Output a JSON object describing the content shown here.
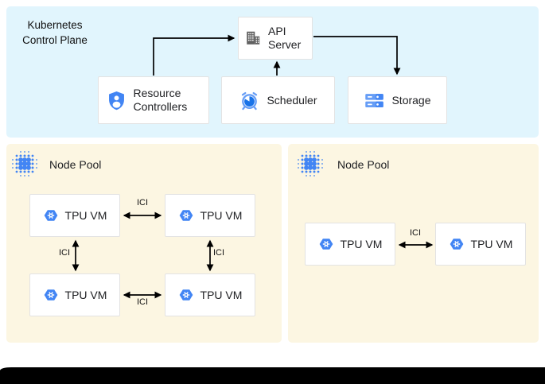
{
  "control_plane": {
    "title": "Kubernetes Control Plane",
    "nodes": {
      "api_server": {
        "label": "API Server",
        "icon": "building-icon"
      },
      "resource_controllers": {
        "label": "Resource Controllers",
        "icon": "shield-user-icon"
      },
      "scheduler": {
        "label": "Scheduler",
        "icon": "clock-icon"
      },
      "storage": {
        "label": "Storage",
        "icon": "storage-disks-icon"
      }
    },
    "edges": [
      {
        "from": "Resource Controllers",
        "to": "API Server"
      },
      {
        "from": "Scheduler",
        "to": "API Server"
      },
      {
        "from": "API Server",
        "to": "Storage"
      }
    ]
  },
  "node_pools": [
    {
      "title": "Node Pool",
      "vms": [
        "TPU VM",
        "TPU VM",
        "TPU VM",
        "TPU VM"
      ],
      "ici": [
        "ICI",
        "ICI",
        "ICI",
        "ICI"
      ],
      "links": [
        {
          "from": "vm0",
          "to": "vm1",
          "label": "ICI",
          "bidirectional": true
        },
        {
          "from": "vm0",
          "to": "vm2",
          "label": "ICI",
          "bidirectional": true
        },
        {
          "from": "vm1",
          "to": "vm3",
          "label": "ICI",
          "bidirectional": true
        },
        {
          "from": "vm2",
          "to": "vm3",
          "label": "ICI",
          "bidirectional": true
        }
      ]
    },
    {
      "title": "Node Pool",
      "vms": [
        "TPU VM",
        "TPU VM"
      ],
      "ici": [
        "ICI"
      ],
      "links": [
        {
          "from": "vm0",
          "to": "vm1",
          "label": "ICI",
          "bidirectional": true
        }
      ]
    }
  ],
  "colors": {
    "control_plane_bg": "#E1F5FD",
    "node_pool_bg": "#FCF6E2",
    "icon_blue": "#4285F4",
    "icon_blue_light": "#669DF6",
    "icon_blue_dark": "#1A73E8",
    "icon_gray": "#616161",
    "arrow": "#000000",
    "box_border": "#E3E3E3",
    "bottom_bar": "#000000"
  }
}
